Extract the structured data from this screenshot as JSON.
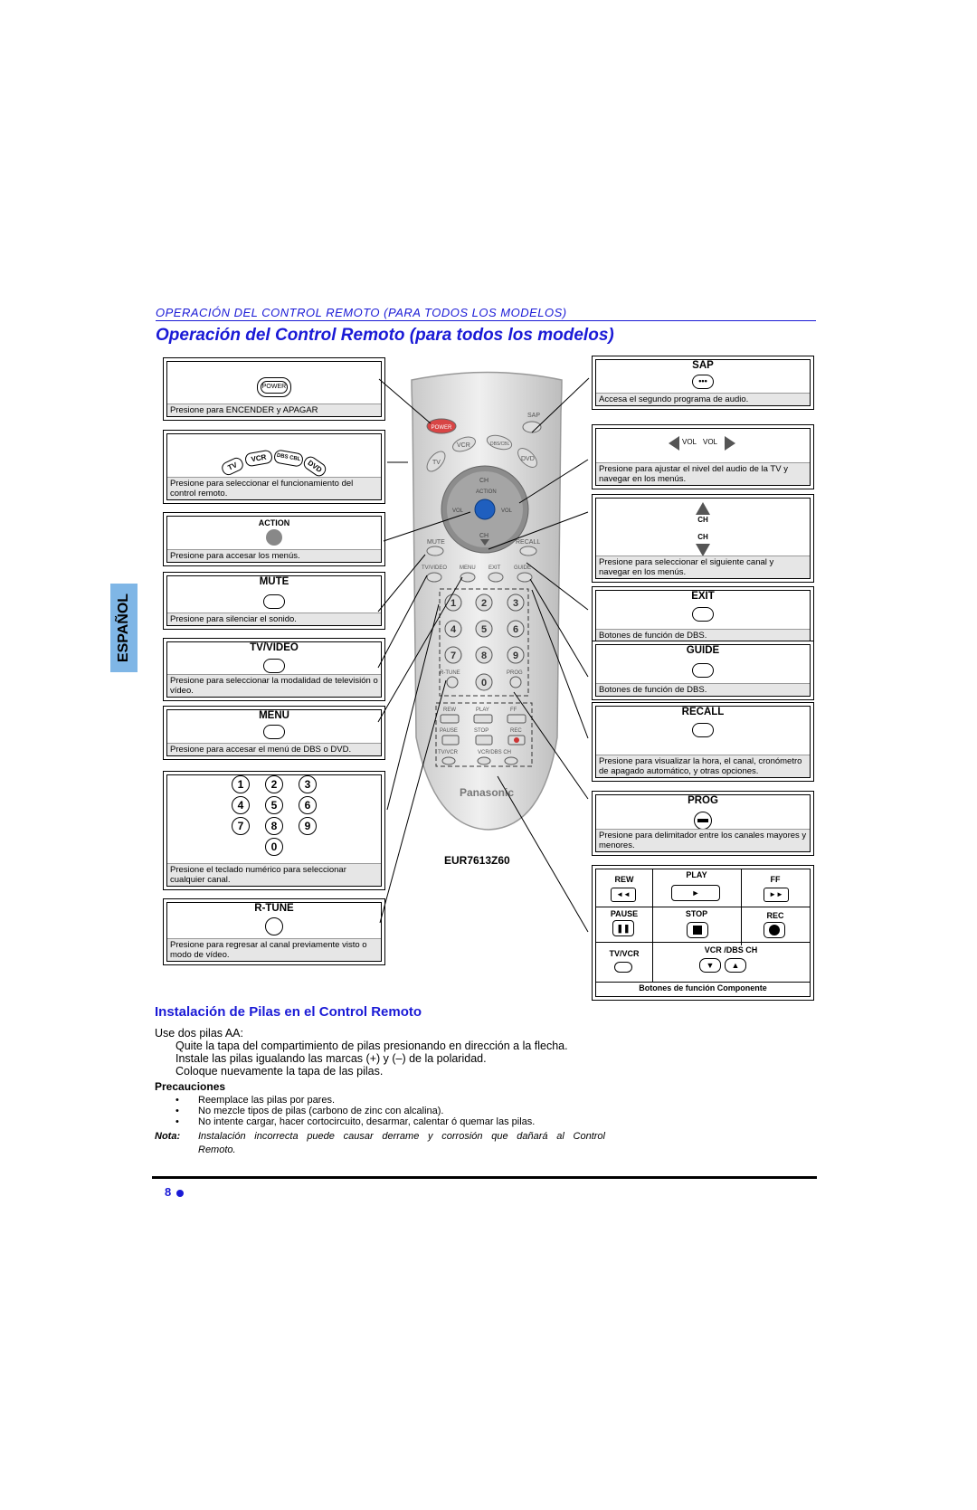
{
  "header": {
    "small_title": "OPERACIÓN DEL CONTROL REMOTO (PARA TODOS LOS MODELOS)",
    "title": "Operación del Control Remoto (para todos los modelos)"
  },
  "side_tab": "ESPAÑOL",
  "left_boxes": {
    "power": {
      "icon_label": "POWER",
      "caption": "Presione para ENCENDER y APAGAR"
    },
    "mode": {
      "labels": [
        "TV",
        "VCR",
        "DBS CBL",
        "DVD"
      ],
      "caption": "Presione para seleccionar el funcionamiento del control remoto."
    },
    "action": {
      "title": "ACTION",
      "caption": "Presione para accesar los menús."
    },
    "mute": {
      "title": "MUTE",
      "caption": "Presione para silenciar el sonido."
    },
    "tvvideo": {
      "title": "TV/VIDEO",
      "caption": "Presione para seleccionar la modalidad de televisión o vídeo."
    },
    "menu": {
      "title": "MENU",
      "caption": "Presione para accesar el menú de DBS o DVD."
    },
    "numpad": {
      "digits": [
        "1",
        "2",
        "3",
        "4",
        "5",
        "6",
        "7",
        "8",
        "9",
        "0"
      ],
      "caption": "Presione el teclado numérico para seleccionar cualquier canal."
    },
    "rtune": {
      "title": "R-TUNE",
      "caption": "Presione para regresar al canal previamente visto o modo de vídeo."
    }
  },
  "right_boxes": {
    "sap": {
      "title": "SAP",
      "caption": "Accesa el segundo programa de audio."
    },
    "vol": {
      "left": "VOL",
      "right": "VOL",
      "caption": "Presione para ajustar el nivel del audio de la TV y navegar en los menús."
    },
    "ch": {
      "up": "CH",
      "down": "CH",
      "caption": "Presione para seleccionar el siguiente canal y navegar en los menús."
    },
    "exit": {
      "title": "EXIT",
      "caption": "Botones de función de DBS."
    },
    "guide": {
      "title": "GUIDE",
      "caption": "Botones de función de DBS."
    },
    "recall": {
      "title": "RECALL",
      "caption": "Presione para visualizar la hora, el canal, cronómetro de apagado automático, y otras opciones."
    },
    "prog": {
      "title": "PROG",
      "caption": "Presione para delimitador entre los canales mayores y menores."
    },
    "component": {
      "rew": "REW",
      "play": "PLAY",
      "ff": "FF",
      "pause": "PAUSE",
      "stop": "STOP",
      "rec": "REC",
      "tvvcr": "TV/VCR",
      "vcrdbs": "VCR /DBS CH",
      "footer": "Botones de función Componente"
    }
  },
  "remote": {
    "model": "EUR7613Z60",
    "brand": "Panasonic",
    "labels": {
      "power": "POWER",
      "sap": "SAP",
      "tv": "TV",
      "vcr": "VCR",
      "dbs": "DBS/CBL",
      "dvd": "DVD",
      "ch": "CH",
      "action": "ACTION",
      "vol": "VOL",
      "mute": "MUTE",
      "recall": "RECALL",
      "tvvideo": "TV/VIDEO",
      "menu": "MENU",
      "exit": "EXIT",
      "guide": "GUIDE",
      "rtune": "R-TUNE",
      "prog": "PROG",
      "rew": "REW",
      "play": "PLAY",
      "ff": "FF",
      "pause": "PAUSE",
      "stop": "STOP",
      "rec": "REC",
      "tvvcr": "TV/VCR",
      "vcrdbs": "VCR/DBS CH"
    }
  },
  "batteries": {
    "title": "Instalación de Pilas en el Control Remoto",
    "intro": "Use dos pilas AA:",
    "steps": [
      "Quite la tapa del compartimiento de pilas presionando en dirección a la flecha.",
      "Instale las pilas igualando las marcas (+) y (–) de la polaridad.",
      "Coloque nuevamente la tapa de las pilas."
    ],
    "precautions_title": "Precauciones",
    "precautions": [
      "Reemplace las pilas por pares.",
      "No mezcle tipos de pilas (carbono de zinc con alcalina).",
      "No intente cargar, hacer cortocircuito, desarmar, calentar ó quemar las pilas."
    ],
    "note_label": "Nota:",
    "note_line1": "Instalación incorrecta puede causar derrame y corrosión que dañará al Control",
    "note_line2": "Remoto."
  },
  "footer": {
    "page": "8"
  }
}
